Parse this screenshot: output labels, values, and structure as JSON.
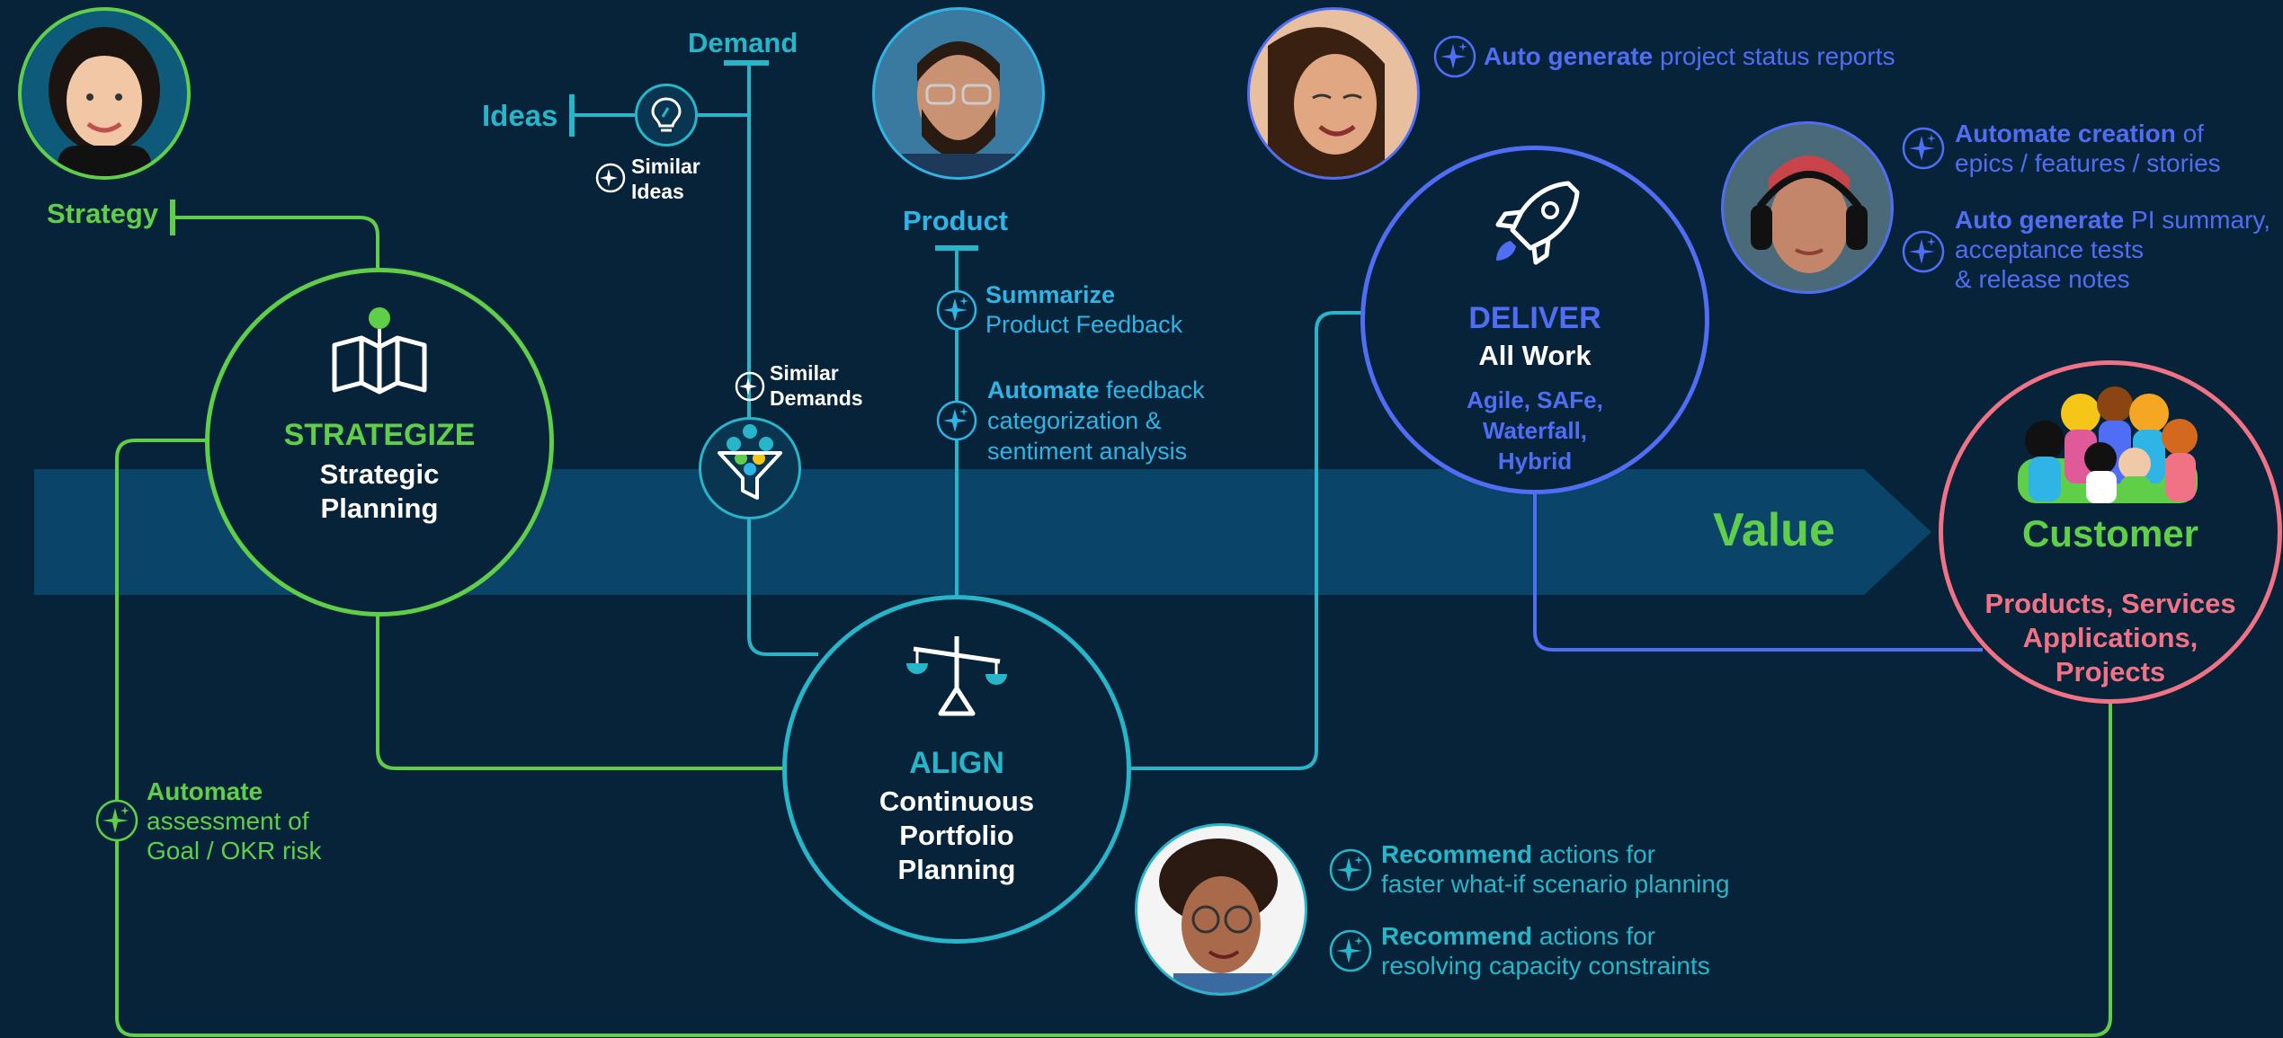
{
  "colors": {
    "background": "#062339",
    "value_band": "#0a4468",
    "green": "#5fcf4a",
    "teal": "#27b6c9",
    "blue": "#4f6ef5",
    "light_blue": "#2fb4e6",
    "pink": "#f07284",
    "white": "#ffffff"
  },
  "labels": {
    "strategy": "Strategy",
    "demand": "Demand",
    "ideas": "Ideas",
    "similar_ideas": [
      "Similar",
      "Ideas"
    ],
    "similar_demands": [
      "Similar",
      "Demands"
    ],
    "product": "Product",
    "value": "Value"
  },
  "nodes": {
    "strategize": {
      "title": "STRATEGIZE",
      "subtitle": [
        "Strategic",
        "Planning"
      ],
      "icon": "map-pin-icon"
    },
    "align": {
      "title": "ALIGN",
      "subtitle": [
        "Continuous",
        "Portfolio",
        "Planning"
      ],
      "icon": "balance-scale-icon"
    },
    "deliver": {
      "title": "DELIVER",
      "subtitle": "All Work",
      "methods": [
        "Agile, SAFe,",
        "Waterfall,",
        "Hybrid"
      ],
      "icon": "rocket-icon"
    },
    "customer": {
      "title": "Customer",
      "items": [
        "Products, Services",
        "Applications,",
        "Projects"
      ],
      "icon": "people-group-icon"
    },
    "funnel": {
      "icon": "funnel-icon"
    },
    "idea_bulb": {
      "icon": "lightbulb-icon"
    }
  },
  "ai_actions": {
    "goal_risk": {
      "bold": "Automate",
      "lines": [
        "assessment of",
        "Goal / OKR risk"
      ]
    },
    "summarize_feedback": {
      "bold": "Summarize",
      "lines": [
        "Product Feedback"
      ]
    },
    "feedback_categorization": {
      "bold": "Automate",
      "rest": " feedback",
      "lines": [
        "categorization &",
        "sentiment analysis"
      ]
    },
    "status_reports": {
      "bold": "Auto generate",
      "rest": " project status reports"
    },
    "epics_creation": {
      "bold": "Automate creation",
      "rest": " of",
      "lines": [
        "epics / features / stories"
      ]
    },
    "pi_summary": {
      "bold": "Auto generate",
      "rest": " PI summary,",
      "lines": [
        "acceptance tests",
        "& release notes"
      ]
    },
    "whatif": {
      "bold": "Recommend",
      "rest": " actions for",
      "lines": [
        "faster what-if scenario planning"
      ]
    },
    "capacity": {
      "bold": "Recommend",
      "rest": " actions for",
      "lines": [
        "resolving capacity constraints"
      ]
    }
  },
  "avatars": [
    "strategy-persona-avatar",
    "product-persona-avatar",
    "delivery-persona-avatar",
    "developer-persona-avatar",
    "portfolio-persona-avatar"
  ]
}
